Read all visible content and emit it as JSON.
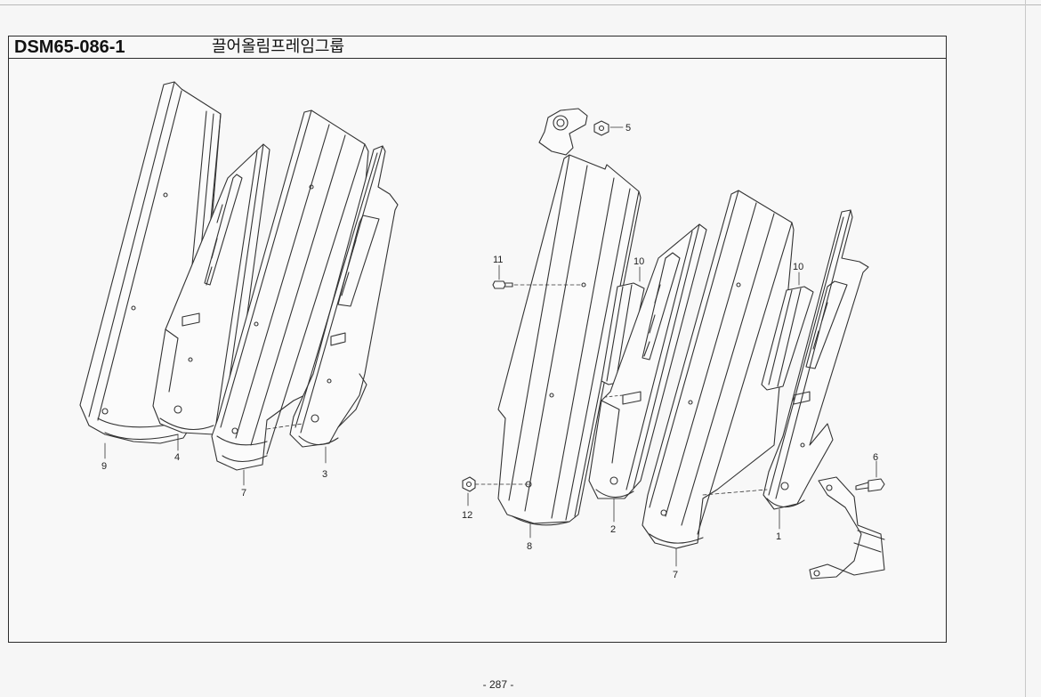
{
  "header": {
    "code": "DSM65-086-1",
    "title": "끌어올림프레임그룹"
  },
  "callouts": {
    "left": [
      "9",
      "4",
      "7",
      "3"
    ],
    "right": [
      "5",
      "11",
      "10",
      "10",
      "12",
      "8",
      "2",
      "7",
      "1",
      "6"
    ]
  },
  "footer": {
    "page_number": "- 287 -"
  }
}
